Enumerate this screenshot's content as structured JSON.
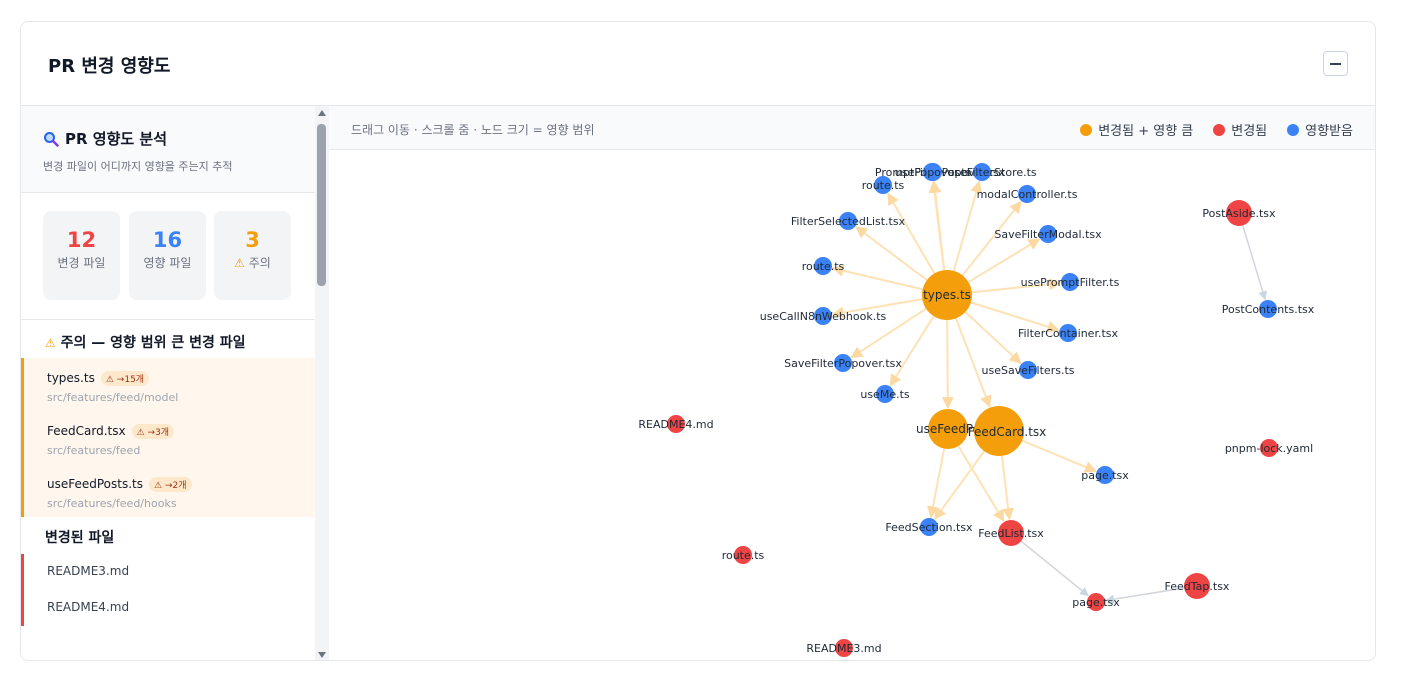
{
  "header": {
    "title": "PR 변경 영향도"
  },
  "sidebar": {
    "analysis_title": "PR 영향도 분석",
    "analysis_sub": "변경 파일이 어디까지 영향을 주는지 추적",
    "stats": [
      {
        "value": "12",
        "label": "변경 파일",
        "color": "#ef4444"
      },
      {
        "value": "16",
        "label": "영향 파일",
        "color": "#3b82f6"
      },
      {
        "value": "3",
        "label": "주의",
        "color": "#f59e0b"
      }
    ],
    "warning_title": "주의 — 영향 범위 큰 변경 파일",
    "warning_items": [
      {
        "name": "types.ts",
        "badge": "→15개",
        "path": "src/features/feed/model"
      },
      {
        "name": "FeedCard.tsx",
        "badge": "→3개",
        "path": "src/features/feed"
      },
      {
        "name": "useFeedPosts.ts",
        "badge": "→2개",
        "path": "src/features/feed/hooks"
      }
    ],
    "changed_title": "변경된 파일",
    "changed_items": [
      "README3.md",
      "README4.md"
    ]
  },
  "graph": {
    "hint": "드래그 이동 · 스크롤 줌 · 노드 크기 = 영향 범위",
    "legend": [
      {
        "label": "변경됨 + 영향 큼",
        "color": "#f59e0b"
      },
      {
        "label": "변경됨",
        "color": "#ef4444"
      },
      {
        "label": "영향받음",
        "color": "#3b82f6"
      }
    ],
    "nodes": [
      {
        "id": "types",
        "label": "types.ts",
        "kind": "major"
      },
      {
        "id": "useFeedPosts",
        "label": "useFeedPosts.ts",
        "kind": "major"
      },
      {
        "id": "FeedCard",
        "label": "FeedCard.tsx",
        "kind": "major"
      },
      {
        "id": "PromptFilterPopover",
        "label": "PromptFilterPopover.tsx",
        "kind": "affected"
      },
      {
        "id": "usePopover",
        "label": "usePopover.ts",
        "kind": "affected"
      },
      {
        "id": "FilterStore",
        "label": "useFilterStore.ts",
        "kind": "affected"
      },
      {
        "id": "route1",
        "label": "route.ts",
        "kind": "affected"
      },
      {
        "id": "modalController",
        "label": "modalController.ts",
        "kind": "affected"
      },
      {
        "id": "FilterSelectedList",
        "label": "FilterSelectedList.tsx",
        "kind": "affected"
      },
      {
        "id": "SaveFilterModal",
        "label": "SaveFilterModal.tsx",
        "kind": "affected"
      },
      {
        "id": "route2",
        "label": "route.ts",
        "kind": "affected"
      },
      {
        "id": "usePromptFilter",
        "label": "usePromptFilter.ts",
        "kind": "affected"
      },
      {
        "id": "useCallN8nWebhook",
        "label": "useCallN8nWebhook.ts",
        "kind": "affected"
      },
      {
        "id": "FilterContainer",
        "label": "FilterContainer.tsx",
        "kind": "affected"
      },
      {
        "id": "SaveFilterPopover",
        "label": "SaveFilterPopover.tsx",
        "kind": "affected"
      },
      {
        "id": "useSaveFilters",
        "label": "useSaveFilters.ts",
        "kind": "affected"
      },
      {
        "id": "useMe",
        "label": "useMe.ts",
        "kind": "affected"
      },
      {
        "id": "page1",
        "label": "page.tsx",
        "kind": "affected"
      },
      {
        "id": "FeedSection",
        "label": "FeedSection.tsx",
        "kind": "affected"
      },
      {
        "id": "PostContents",
        "label": "PostContents.tsx",
        "kind": "affected"
      },
      {
        "id": "page2",
        "label": "page.tsx",
        "kind": "changed"
      },
      {
        "id": "FeedList",
        "label": "FeedList.tsx",
        "kind": "changed"
      },
      {
        "id": "FeedTap",
        "label": "FeedTap.tsx",
        "kind": "changed"
      },
      {
        "id": "PostAside",
        "label": "PostAside.tsx",
        "kind": "changed"
      },
      {
        "id": "README4",
        "label": "README4.md",
        "kind": "changed"
      },
      {
        "id": "README3",
        "label": "README3.md",
        "kind": "changed"
      },
      {
        "id": "route3",
        "label": "route.ts",
        "kind": "changed"
      },
      {
        "id": "pnpmlock",
        "label": "pnpm-lock.yaml",
        "kind": "changed"
      }
    ]
  }
}
